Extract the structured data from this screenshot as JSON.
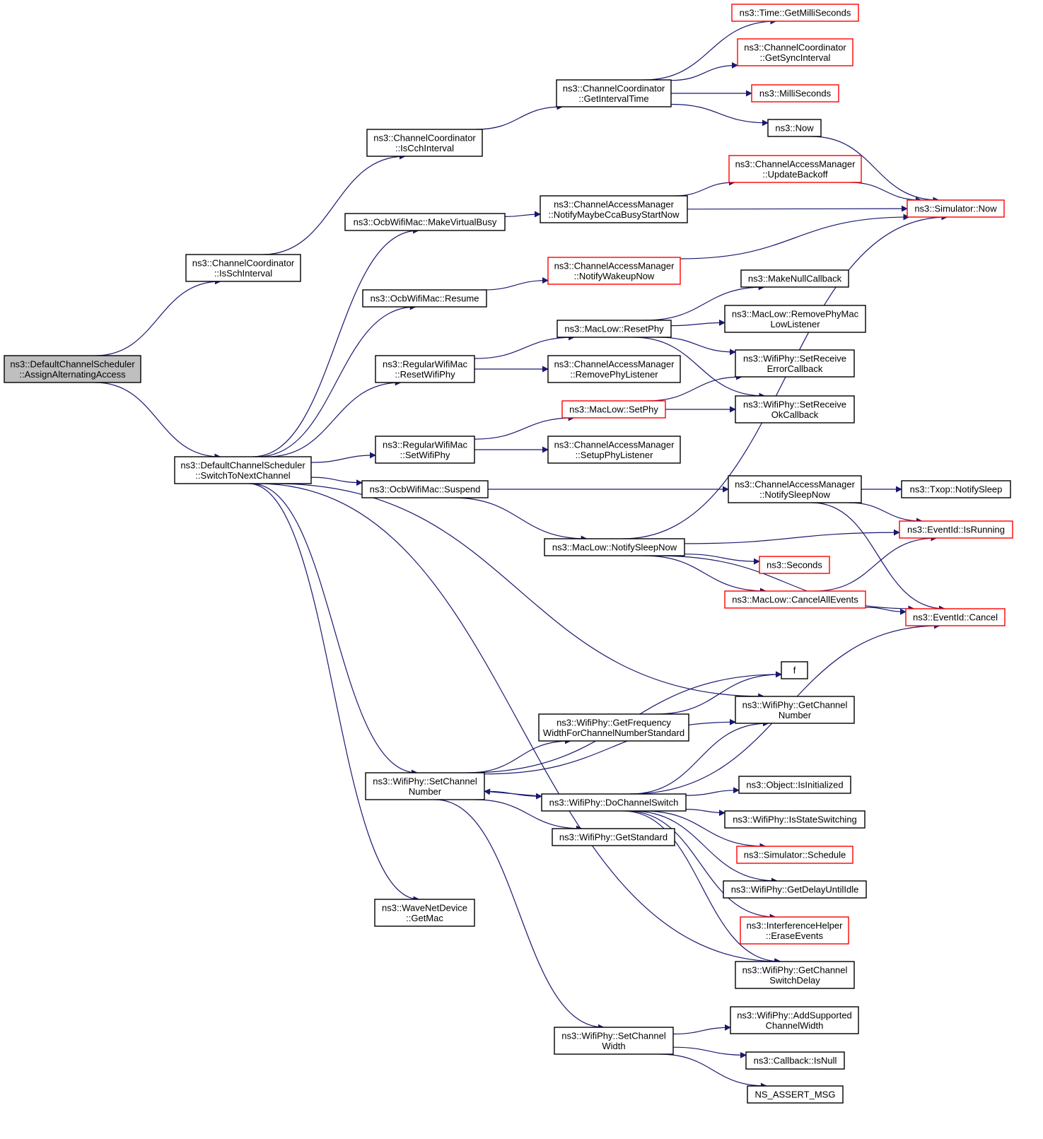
{
  "colors": {
    "edge": "#191970",
    "border_normal": "#000000",
    "border_red": "#ff0000",
    "root_fill": "#bfbfbf",
    "node_fill": "#ffffff"
  },
  "nodes": [
    {
      "id": "assign",
      "lines": [
        "ns3::DefaultChannelScheduler",
        "::AssignAlternatingAccess"
      ],
      "style": "root"
    },
    {
      "id": "isSch",
      "lines": [
        "ns3::ChannelCoordinator",
        "::IsSchInterval"
      ],
      "style": "black"
    },
    {
      "id": "switchNext",
      "lines": [
        "ns3::DefaultChannelScheduler",
        "::SwitchToNextChannel"
      ],
      "style": "black"
    },
    {
      "id": "isCch",
      "lines": [
        "ns3::ChannelCoordinator",
        "::IsCchInterval"
      ],
      "style": "black"
    },
    {
      "id": "makeVirtBusy",
      "lines": [
        "ns3::OcbWifiMac::MakeVirtualBusy"
      ],
      "style": "black"
    },
    {
      "id": "resume",
      "lines": [
        "ns3::OcbWifiMac::Resume"
      ],
      "style": "black"
    },
    {
      "id": "resetWifiPhy",
      "lines": [
        "ns3::RegularWifiMac",
        "::ResetWifiPhy"
      ],
      "style": "black"
    },
    {
      "id": "setWifiPhy",
      "lines": [
        "ns3::RegularWifiMac",
        "::SetWifiPhy"
      ],
      "style": "black"
    },
    {
      "id": "suspend",
      "lines": [
        "ns3::OcbWifiMac::Suspend"
      ],
      "style": "black"
    },
    {
      "id": "setChanNum",
      "lines": [
        "ns3::WifiPhy::SetChannel",
        "Number"
      ],
      "style": "black"
    },
    {
      "id": "getMac",
      "lines": [
        "ns3::WaveNetDevice",
        "::GetMac"
      ],
      "style": "black"
    },
    {
      "id": "getIntervalTime",
      "lines": [
        "ns3::ChannelCoordinator",
        "::GetIntervalTime"
      ],
      "style": "black"
    },
    {
      "id": "notifyMaybeCca",
      "lines": [
        "ns3::ChannelAccessManager",
        "::NotifyMaybeCcaBusyStartNow"
      ],
      "style": "black"
    },
    {
      "id": "notifyWakeup",
      "lines": [
        "ns3::ChannelAccessManager",
        "::NotifyWakeupNow"
      ],
      "style": "red"
    },
    {
      "id": "resetPhy",
      "lines": [
        "ns3::MacLow::ResetPhy"
      ],
      "style": "black"
    },
    {
      "id": "removePhyListener",
      "lines": [
        "ns3::ChannelAccessManager",
        "::RemovePhyListener"
      ],
      "style": "black"
    },
    {
      "id": "macSetPhy",
      "lines": [
        "ns3::MacLow::SetPhy"
      ],
      "style": "red"
    },
    {
      "id": "setupPhyListener",
      "lines": [
        "ns3::ChannelAccessManager",
        "::SetupPhyListener"
      ],
      "style": "black"
    },
    {
      "id": "notifySleepMl",
      "lines": [
        "ns3::MacLow::NotifySleepNow"
      ],
      "style": "black"
    },
    {
      "id": "getFreqWidth",
      "lines": [
        "ns3::WifiPhy::GetFrequency",
        "WidthForChannelNumberStandard"
      ],
      "style": "black"
    },
    {
      "id": "doChanSwitch",
      "lines": [
        "ns3::WifiPhy::DoChannelSwitch"
      ],
      "style": "black"
    },
    {
      "id": "getStandard",
      "lines": [
        "ns3::WifiPhy::GetStandard"
      ],
      "style": "black"
    },
    {
      "id": "setChanWidth",
      "lines": [
        "ns3::WifiPhy::SetChannel",
        "Width"
      ],
      "style": "black"
    },
    {
      "id": "getMilli",
      "lines": [
        "ns3::Time::GetMilliSeconds"
      ],
      "style": "red"
    },
    {
      "id": "getSync",
      "lines": [
        "ns3::ChannelCoordinator",
        "::GetSyncInterval"
      ],
      "style": "red"
    },
    {
      "id": "milliSeconds",
      "lines": [
        "ns3::MilliSeconds"
      ],
      "style": "red"
    },
    {
      "id": "now",
      "lines": [
        "ns3::Now"
      ],
      "style": "black"
    },
    {
      "id": "updateBackoff",
      "lines": [
        "ns3::ChannelAccessManager",
        "::UpdateBackoff"
      ],
      "style": "red"
    },
    {
      "id": "makeNullCb",
      "lines": [
        "ns3::MakeNullCallback"
      ],
      "style": "black"
    },
    {
      "id": "removePhyMacLow",
      "lines": [
        "ns3::MacLow::RemovePhyMac",
        "LowListener"
      ],
      "style": "black"
    },
    {
      "id": "setRecvErr",
      "lines": [
        "ns3::WifiPhy::SetReceive",
        "ErrorCallback"
      ],
      "style": "black"
    },
    {
      "id": "setRecvOk",
      "lines": [
        "ns3::WifiPhy::SetReceive",
        "OkCallback"
      ],
      "style": "black"
    },
    {
      "id": "notifySleepCam",
      "lines": [
        "ns3::ChannelAccessManager",
        "::NotifySleepNow"
      ],
      "style": "black"
    },
    {
      "id": "seconds",
      "lines": [
        "ns3::Seconds"
      ],
      "style": "red"
    },
    {
      "id": "cancelAll",
      "lines": [
        "ns3::MacLow::CancelAllEvents"
      ],
      "style": "red"
    },
    {
      "id": "f",
      "lines": [
        "f"
      ],
      "style": "black"
    },
    {
      "id": "getChanNum",
      "lines": [
        "ns3::WifiPhy::GetChannel",
        "Number"
      ],
      "style": "black"
    },
    {
      "id": "isInit",
      "lines": [
        "ns3::Object::IsInitialized"
      ],
      "style": "black"
    },
    {
      "id": "isStateSw",
      "lines": [
        "ns3::WifiPhy::IsStateSwitching"
      ],
      "style": "black"
    },
    {
      "id": "schedule",
      "lines": [
        "ns3::Simulator::Schedule"
      ],
      "style": "red"
    },
    {
      "id": "getDelayIdle",
      "lines": [
        "ns3::WifiPhy::GetDelayUntilIdle"
      ],
      "style": "black"
    },
    {
      "id": "eraseEvents",
      "lines": [
        "ns3::InterferenceHelper",
        "::EraseEvents"
      ],
      "style": "red"
    },
    {
      "id": "getChanSwDelay",
      "lines": [
        "ns3::WifiPhy::GetChannel",
        "SwitchDelay"
      ],
      "style": "black"
    },
    {
      "id": "addSupported",
      "lines": [
        "ns3::WifiPhy::AddSupported",
        "ChannelWidth"
      ],
      "style": "black"
    },
    {
      "id": "isNull",
      "lines": [
        "ns3::Callback::IsNull"
      ],
      "style": "black"
    },
    {
      "id": "nsAssert",
      "lines": [
        "NS_ASSERT_MSG"
      ],
      "style": "black"
    },
    {
      "id": "simNow",
      "lines": [
        "ns3::Simulator::Now"
      ],
      "style": "red"
    },
    {
      "id": "txopNotifySleep",
      "lines": [
        "ns3::Txop::NotifySleep"
      ],
      "style": "black"
    },
    {
      "id": "isRunning",
      "lines": [
        "ns3::EventId::IsRunning"
      ],
      "style": "red"
    },
    {
      "id": "eventCancel",
      "lines": [
        "ns3::EventId::Cancel"
      ],
      "style": "red"
    }
  ],
  "edges": [
    [
      "assign",
      "isSch"
    ],
    [
      "assign",
      "switchNext"
    ],
    [
      "isSch",
      "isCch"
    ],
    [
      "isCch",
      "getIntervalTime"
    ],
    [
      "getIntervalTime",
      "getMilli"
    ],
    [
      "getIntervalTime",
      "getSync"
    ],
    [
      "getIntervalTime",
      "milliSeconds"
    ],
    [
      "getIntervalTime",
      "now"
    ],
    [
      "now",
      "simNow"
    ],
    [
      "switchNext",
      "makeVirtBusy"
    ],
    [
      "switchNext",
      "resume"
    ],
    [
      "switchNext",
      "resetWifiPhy"
    ],
    [
      "switchNext",
      "setWifiPhy"
    ],
    [
      "switchNext",
      "suspend"
    ],
    [
      "switchNext",
      "getChanNum"
    ],
    [
      "switchNext",
      "setChanNum"
    ],
    [
      "switchNext",
      "getMac"
    ],
    [
      "switchNext",
      "getChanSwDelay"
    ],
    [
      "makeVirtBusy",
      "notifyMaybeCca"
    ],
    [
      "notifyMaybeCca",
      "updateBackoff"
    ],
    [
      "notifyMaybeCca",
      "simNow"
    ],
    [
      "updateBackoff",
      "simNow"
    ],
    [
      "resume",
      "notifyWakeup"
    ],
    [
      "notifyWakeup",
      "simNow"
    ],
    [
      "resetWifiPhy",
      "resetPhy"
    ],
    [
      "resetWifiPhy",
      "removePhyListener"
    ],
    [
      "resetPhy",
      "makeNullCb"
    ],
    [
      "resetPhy",
      "removePhyMacLow"
    ],
    [
      "resetPhy",
      "setRecvErr"
    ],
    [
      "resetPhy",
      "setRecvOk"
    ],
    [
      "setWifiPhy",
      "macSetPhy"
    ],
    [
      "setWifiPhy",
      "setupPhyListener"
    ],
    [
      "macSetPhy",
      "setRecvErr"
    ],
    [
      "macSetPhy",
      "setRecvOk"
    ],
    [
      "suspend",
      "notifySleepCam"
    ],
    [
      "suspend",
      "notifySleepMl"
    ],
    [
      "notifySleepCam",
      "txopNotifySleep"
    ],
    [
      "notifySleepCam",
      "isRunning"
    ],
    [
      "notifySleepCam",
      "eventCancel"
    ],
    [
      "notifySleepMl",
      "simNow"
    ],
    [
      "notifySleepMl",
      "isRunning"
    ],
    [
      "notifySleepMl",
      "seconds"
    ],
    [
      "notifySleepMl",
      "cancelAll"
    ],
    [
      "notifySleepMl",
      "eventCancel"
    ],
    [
      "cancelAll",
      "isRunning"
    ],
    [
      "cancelAll",
      "eventCancel"
    ],
    [
      "setChanNum",
      "f"
    ],
    [
      "setChanNum",
      "getFreqWidth"
    ],
    [
      "setChanNum",
      "getChanNum"
    ],
    [
      "setChanNum",
      "doChanSwitch"
    ],
    [
      "setChanNum",
      "getStandard"
    ],
    [
      "setChanNum",
      "setChanWidth"
    ],
    [
      "getFreqWidth",
      "f"
    ],
    [
      "doChanSwitch",
      "setChanNum"
    ],
    [
      "doChanSwitch",
      "getChanNum"
    ],
    [
      "doChanSwitch",
      "eventCancel"
    ],
    [
      "doChanSwitch",
      "isInit"
    ],
    [
      "doChanSwitch",
      "isStateSw"
    ],
    [
      "doChanSwitch",
      "schedule"
    ],
    [
      "doChanSwitch",
      "getDelayIdle"
    ],
    [
      "doChanSwitch",
      "eraseEvents"
    ],
    [
      "doChanSwitch",
      "getChanSwDelay"
    ],
    [
      "setChanWidth",
      "addSupported"
    ],
    [
      "setChanWidth",
      "isNull"
    ],
    [
      "setChanWidth",
      "nsAssert"
    ]
  ]
}
